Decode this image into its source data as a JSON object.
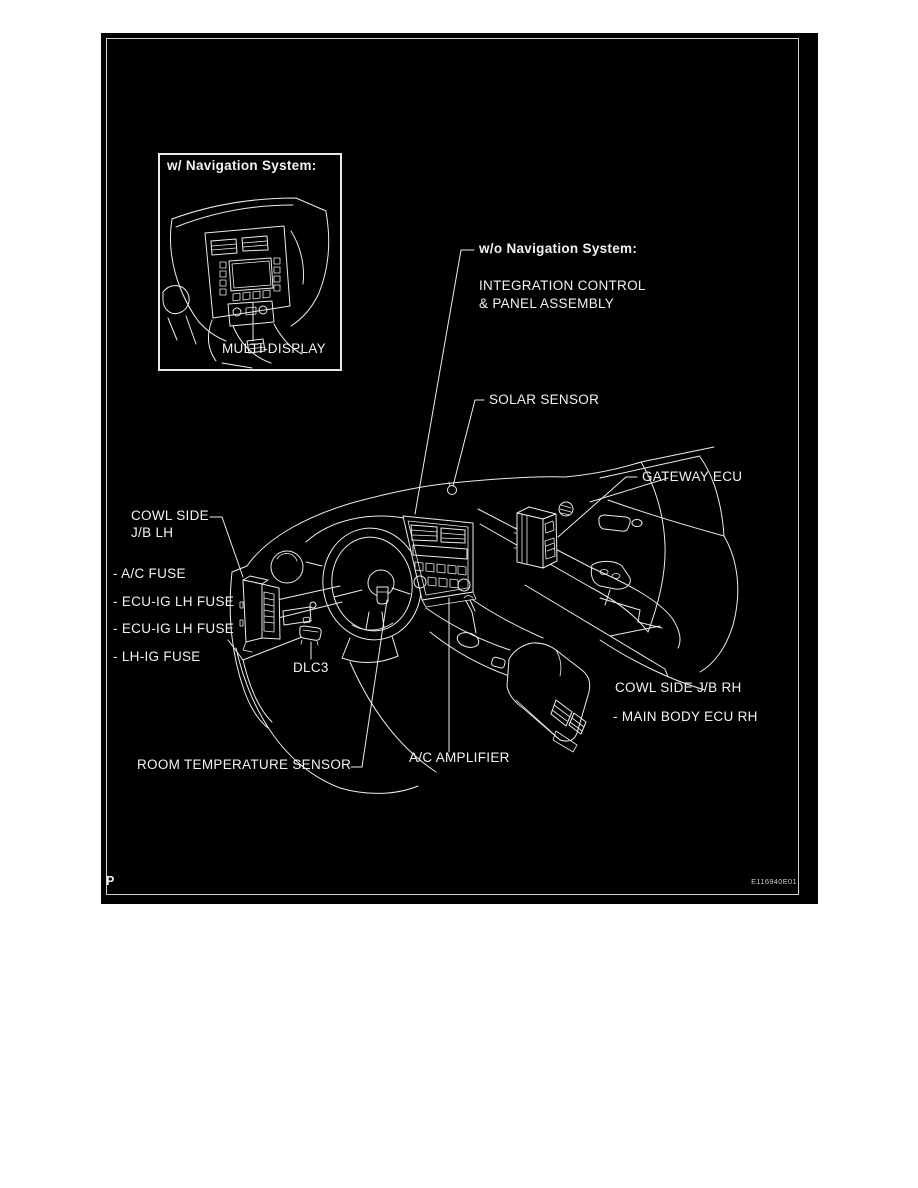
{
  "page": {
    "marker": "P",
    "figure_id": "E116940E01"
  },
  "inset": {
    "title": "w/ Navigation System:",
    "callout": "MULTI-DISPLAY"
  },
  "callouts": {
    "wo_nav_title": "w/o Navigation System:",
    "integration_control_line1": "INTEGRATION CONTROL",
    "integration_control_line2": "& PANEL ASSEMBLY",
    "solar_sensor": "SOLAR SENSOR",
    "gateway_ecu": "GATEWAY ECU",
    "cowl_side_jb_lh_line1": "COWL SIDE",
    "cowl_side_jb_lh_line2": "J/B LH",
    "fuses": [
      "- A/C FUSE",
      "- ECU-IG LH FUSE",
      "- ECU-IG LH FUSE",
      "- LH-IG FUSE"
    ],
    "dlc3": "DLC3",
    "room_temperature_sensor": "ROOM TEMPERATURE SENSOR",
    "ac_amplifier": "A/C AMPLIFIER",
    "cowl_side_jb_rh": "COWL SIDE J/B RH",
    "main_body_ecu_rh": "- MAIN BODY ECU RH"
  },
  "colors": {
    "page_background": "#ffffff",
    "diagram_background": "#000000",
    "line": "#ededed",
    "text": "#f2f2f2",
    "frame_border": "#cfcfcf"
  }
}
